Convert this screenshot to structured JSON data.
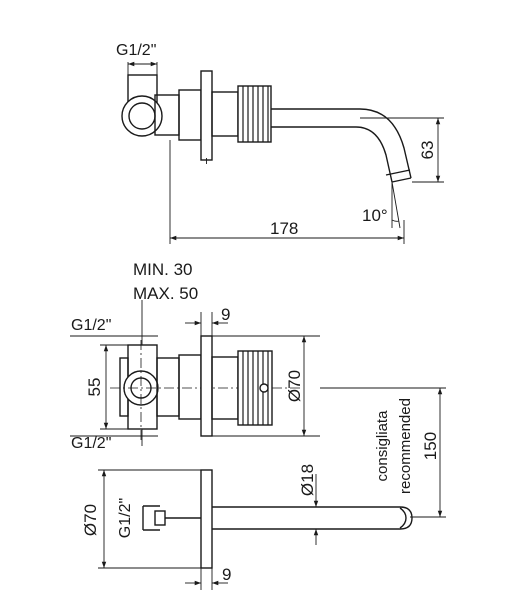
{
  "top_view": {
    "thread_label": "G1/2\"",
    "length_dim": "178",
    "height_dim": "63",
    "angle_dim": "10°"
  },
  "middle_view": {
    "min_label": "MIN. 30",
    "max_label": "MAX. 50",
    "thread_top_label": "G1/2\"",
    "thread_bottom_label": "G1/2\"",
    "plate_dim": "9",
    "height_dim": "55",
    "diameter_dim": "Ø70",
    "spacing_dim": "150",
    "note_it": "consigliata",
    "note_en": "recommended"
  },
  "bottom_view": {
    "diameter_dim": "Ø70",
    "thread_label": "G1/2\"",
    "spout_dim": "Ø18",
    "plate_dim": "9"
  }
}
